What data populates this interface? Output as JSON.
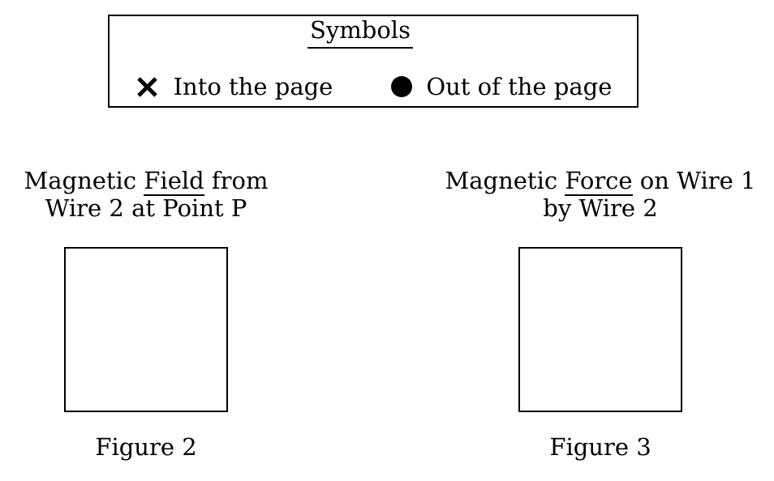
{
  "page": {
    "background": "#ffffff",
    "ink": "#000000"
  },
  "legend": {
    "title": "Symbols",
    "items": [
      {
        "icon": "into-page-cross",
        "label": "Into the page"
      },
      {
        "icon": "out-of-page-dot",
        "label": "Out of the page"
      }
    ]
  },
  "figures": [
    {
      "title": {
        "pre": "Magnetic ",
        "emphasis": "Field",
        "post": " from",
        "line2": "Wire 2 at Point P"
      },
      "caption": "Figure 2"
    },
    {
      "title": {
        "pre": "Magnetic ",
        "emphasis": "Force",
        "post": " on Wire 1",
        "line2": "by Wire 2"
      },
      "caption": "Figure 3"
    }
  ]
}
